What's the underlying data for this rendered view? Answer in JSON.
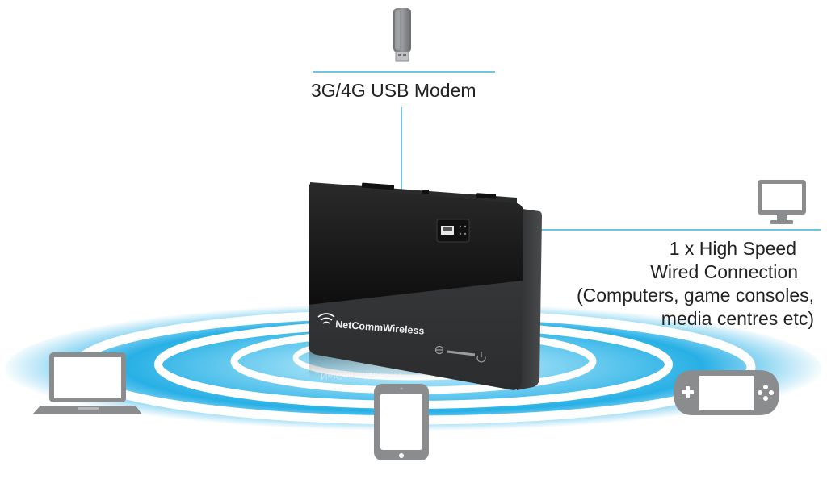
{
  "usb_modem": {
    "label": "3G/4G USB Modem",
    "icon": "usb-modem-icon"
  },
  "router": {
    "brand": "NetCommWireless",
    "reflection_brand": "NetCommWireless"
  },
  "wired_connection": {
    "lines": [
      "1 x High Speed",
      "Wired Connection",
      "(Computers, game consoles,",
      "media centres etc)"
    ],
    "icon": "monitor-icon"
  },
  "wireless_devices": [
    {
      "icon": "laptop-icon"
    },
    {
      "icon": "tablet-icon"
    },
    {
      "icon": "handheld-console-icon"
    }
  ],
  "colors": {
    "connector_line": "#3fb0d8",
    "wifi_glow": "#27b0e6",
    "device_gray": "#8a8c8e",
    "router_body": "#1c1c1c"
  }
}
